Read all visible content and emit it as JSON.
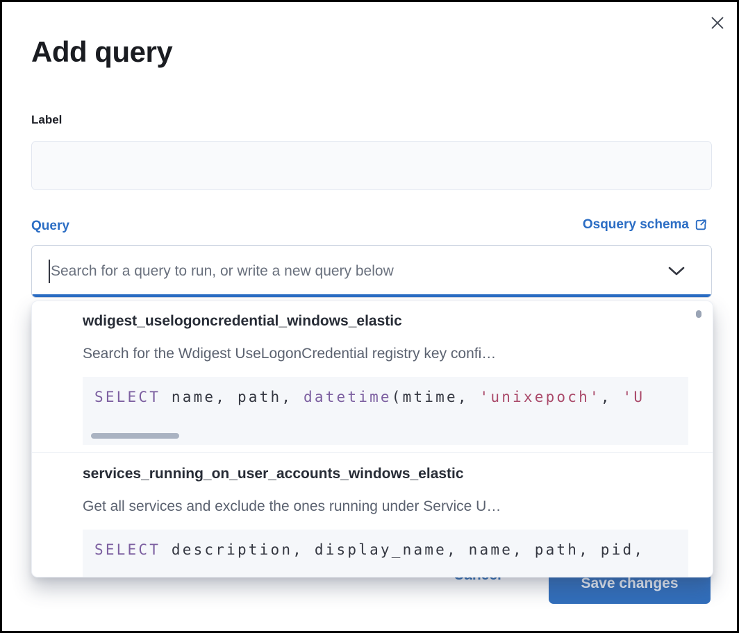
{
  "modal": {
    "title": "Add query"
  },
  "form": {
    "label_field": {
      "label": "Label",
      "value": ""
    },
    "query_field": {
      "label": "Query",
      "schema_link_label": "Osquery schema",
      "placeholder": "Search for a query to run, or write a new query below"
    }
  },
  "dropdown": {
    "items": [
      {
        "title": "wdigest_uselogoncredential_windows_elastic",
        "description": "Search for the Wdigest UseLogonCredential registry key confi…",
        "code_tokens": [
          {
            "type": "keyword",
            "text": "SELECT"
          },
          {
            "type": "plain",
            "text": " name, path, "
          },
          {
            "type": "keyword",
            "text": "datetime"
          },
          {
            "type": "plain",
            "text": "(mtime, "
          },
          {
            "type": "string",
            "text": "'unixepoch'"
          },
          {
            "type": "plain",
            "text": ", "
          },
          {
            "type": "string",
            "text": "'U"
          }
        ]
      },
      {
        "title": "services_running_on_user_accounts_windows_elastic",
        "description": "Get all services and exclude the ones running under Service U…",
        "code_tokens": [
          {
            "type": "keyword",
            "text": "SELECT"
          },
          {
            "type": "plain",
            "text": " description, display_name, name, path, pid,"
          }
        ]
      }
    ]
  },
  "footer": {
    "cancel_label": "Cancel",
    "save_label": "Save changes"
  },
  "colors": {
    "accent_blue": "#2b6dc4",
    "button_blue": "#316ebb",
    "title_text": "#1a1c21",
    "subdued_text": "#5b6270",
    "code_keyword": "#7c5fa0",
    "code_string": "#aa4a6a",
    "code_background": "#f5f7fa"
  }
}
